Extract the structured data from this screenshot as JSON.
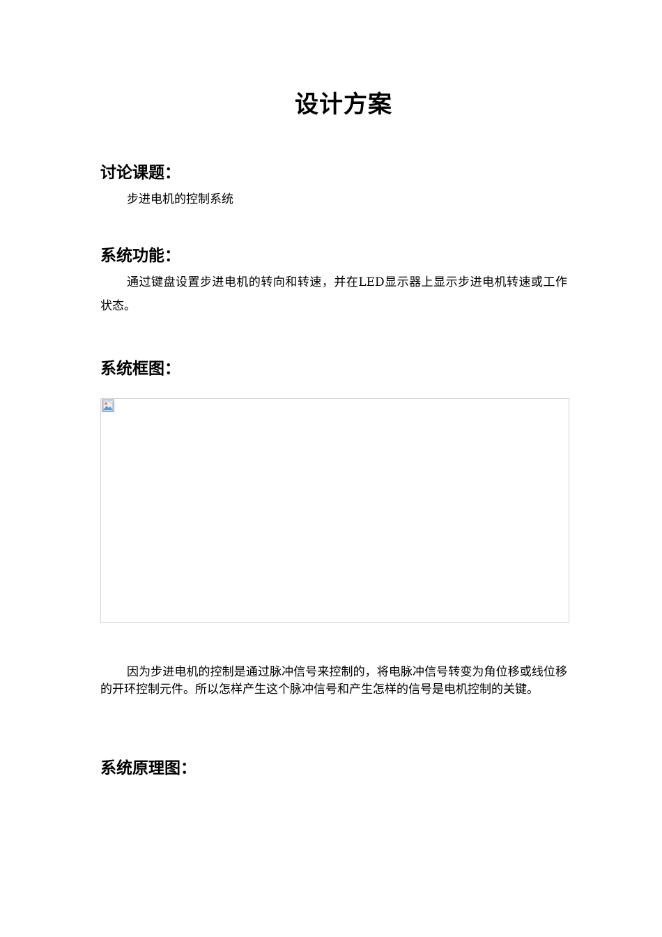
{
  "document": {
    "title": "设计方案",
    "sections": [
      {
        "heading": "讨论课题：",
        "body": "步进电机的控制系统"
      },
      {
        "heading": "系统功能：",
        "body": "通过键盘设置步进电机的转向和转速，并在LED显示器上显示步进电机转速或工作状态。"
      },
      {
        "heading": "系统框图：",
        "figure": {
          "icon": "broken-image-icon"
        },
        "body": "因为步进电机的控制是通过脉冲信号来控制的，将电脉冲信号转变为角位移或线位移的开环控制元件。所以怎样产生这个脉冲信号和产生怎样的信号是电机控制的关键。"
      },
      {
        "heading": "系统原理图："
      }
    ]
  }
}
